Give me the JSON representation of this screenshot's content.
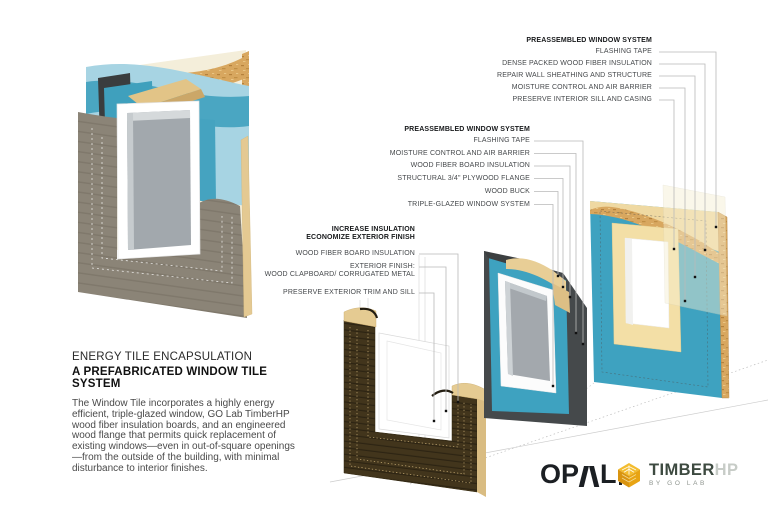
{
  "info": {
    "title_line1": "ENERGY TILE ENCAPSULATION",
    "title_line2": "A PREFABRICATED WINDOW TILE SYSTEM",
    "body": "The Window Tile incorporates a highly energy efficient, triple-glazed window, GO Lab TimberHP wood fiber insulation boards, and an engineered wood flange that permits quick replacement of existing windows—even in out-of-square openings—from the outside of the building, with minimal disturbance to interior finishes."
  },
  "callouts": {
    "exterior": {
      "heading": "INCREASE INSULATION\nECONOMIZE EXTERIOR FINISH",
      "labels": [
        "WOOD FIBER BOARD INSULATION",
        "EXTERIOR FINISH:\nWOOD CLAPBOARD/ CORRUGATED METAL",
        "PRESERVE EXTERIOR TRIM AND SILL"
      ]
    },
    "window_system": {
      "heading": "PREASSEMBLED WINDOW SYSTEM",
      "labels": [
        "FLASHING TAPE",
        "MOISTURE CONTROL AND AIR BARRIER",
        "WOOD FIBER BOARD INSULATION",
        "STRUCTURAL 3/4\" PLYWOOD FLANGE",
        "WOOD BUCK",
        "TRIPLE-GLAZED WINDOW SYSTEM"
      ]
    },
    "existing_wall": {
      "heading": "PREASSEMBLED WINDOW SYSTEM",
      "labels": [
        "FLASHING TAPE",
        "DENSE PACKED WOOD FIBER INSULATION",
        "REPAIR WALL SHEATHING AND STRUCTURE",
        "MOISTURE CONTROL AND AIR BARRIER",
        "PRESERVE INTERIOR SILL AND CASING"
      ]
    }
  },
  "logos": {
    "opal": {
      "text": "OPAL"
    },
    "timberhp": {
      "brand": "TIMBER",
      "brand_suffix": "HP",
      "tagline": "BY GO LAB"
    }
  },
  "colors": {
    "teal": "#3EA2C0",
    "light_blue": "#A7D4E3",
    "osb_wood": "#D8A75F",
    "tan_wood": "#E5CB92",
    "taupe_cladding": "#8B8477",
    "dark_brown_clapboard": "#42351C",
    "dark_gray_backing": "#45494B",
    "logo_gold": "#E8A413",
    "logo_green": "#3D4A40"
  }
}
